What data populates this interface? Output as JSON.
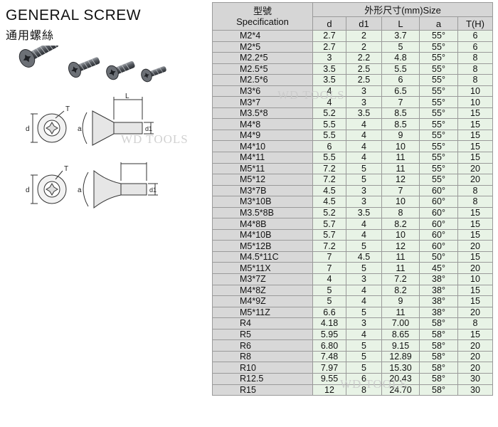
{
  "title": "GENERAL SCREW",
  "subtitle": "通用螺絲",
  "watermark": "WD TOOLS",
  "diagram_labels": {
    "L": "L",
    "T": "T",
    "d": "d",
    "d1": "d1",
    "a": "a"
  },
  "table": {
    "header_cn": "型號",
    "header_en": "Specification",
    "header_size": "外形尺寸(mm)Size",
    "columns": [
      "d",
      "d1",
      "L",
      "a",
      "T(H)"
    ],
    "rows": [
      {
        "name": "M2*4",
        "d": "2.7",
        "d1": "2",
        "L": "3.7",
        "a": "55°",
        "T": "6"
      },
      {
        "name": "M2*5",
        "d": "2.7",
        "d1": "2",
        "L": "5",
        "a": "55°",
        "T": "6"
      },
      {
        "name": "M2.2*5",
        "d": "3",
        "d1": "2.2",
        "L": "4.8",
        "a": "55°",
        "T": "8"
      },
      {
        "name": "M2.5*5",
        "d": "3.5",
        "d1": "2.5",
        "L": "5.5",
        "a": "55°",
        "T": "8"
      },
      {
        "name": "M2.5*6",
        "d": "3.5",
        "d1": "2.5",
        "L": "6",
        "a": "55°",
        "T": "8"
      },
      {
        "name": "M3*6",
        "d": "4",
        "d1": "3",
        "L": "6.5",
        "a": "55°",
        "T": "10"
      },
      {
        "name": "M3*7",
        "d": "4",
        "d1": "3",
        "L": "7",
        "a": "55°",
        "T": "10"
      },
      {
        "name": "M3.5*8",
        "d": "5.2",
        "d1": "3.5",
        "L": "8.5",
        "a": "55°",
        "T": "15"
      },
      {
        "name": "M4*8",
        "d": "5.5",
        "d1": "4",
        "L": "8.5",
        "a": "55°",
        "T": "15"
      },
      {
        "name": "M4*9",
        "d": "5.5",
        "d1": "4",
        "L": "9",
        "a": "55°",
        "T": "15"
      },
      {
        "name": "M4*10",
        "d": "6",
        "d1": "4",
        "L": "10",
        "a": "55°",
        "T": "15"
      },
      {
        "name": "M4*11",
        "d": "5.5",
        "d1": "4",
        "L": "11",
        "a": "55°",
        "T": "15"
      },
      {
        "name": "M5*11",
        "d": "7.2",
        "d1": "5",
        "L": "11",
        "a": "55°",
        "T": "20"
      },
      {
        "name": "M5*12",
        "d": "7.2",
        "d1": "5",
        "L": "12",
        "a": "55°",
        "T": "20"
      },
      {
        "name": "M3*7B",
        "d": "4.5",
        "d1": "3",
        "L": "7",
        "a": "60°",
        "T": "8"
      },
      {
        "name": "M3*10B",
        "d": "4.5",
        "d1": "3",
        "L": "10",
        "a": "60°",
        "T": "8"
      },
      {
        "name": "M3.5*8B",
        "d": "5.2",
        "d1": "3.5",
        "L": "8",
        "a": "60°",
        "T": "15"
      },
      {
        "name": "M4*8B",
        "d": "5.7",
        "d1": "4",
        "L": "8.2",
        "a": "60°",
        "T": "15"
      },
      {
        "name": "M4*10B",
        "d": "5.7",
        "d1": "4",
        "L": "10",
        "a": "60°",
        "T": "15"
      },
      {
        "name": "M5*12B",
        "d": "7.2",
        "d1": "5",
        "L": "12",
        "a": "60°",
        "T": "20"
      },
      {
        "name": "M4.5*11C",
        "d": "7",
        "d1": "4.5",
        "L": "11",
        "a": "50°",
        "T": "15"
      },
      {
        "name": "M5*11X",
        "d": "7",
        "d1": "5",
        "L": "11",
        "a": "45°",
        "T": "20"
      },
      {
        "name": "M3*7Z",
        "d": "4",
        "d1": "3",
        "L": "7.2",
        "a": "38°",
        "T": "10"
      },
      {
        "name": "M4*8Z",
        "d": "5",
        "d1": "4",
        "L": "8.2",
        "a": "38°",
        "T": "15"
      },
      {
        "name": "M4*9Z",
        "d": "5",
        "d1": "4",
        "L": "9",
        "a": "38°",
        "T": "15"
      },
      {
        "name": "M5*11Z",
        "d": "6.6",
        "d1": "5",
        "L": "11",
        "a": "38°",
        "T": "20"
      },
      {
        "name": "R4",
        "d": "4.18",
        "d1": "3",
        "L": "7.00",
        "a": "58°",
        "T": "8"
      },
      {
        "name": "R5",
        "d": "5.95",
        "d1": "4",
        "L": "8.65",
        "a": "58°",
        "T": "15"
      },
      {
        "name": "R6",
        "d": "6.80",
        "d1": "5",
        "L": "9.15",
        "a": "58°",
        "T": "20"
      },
      {
        "name": "R8",
        "d": "7.48",
        "d1": "5",
        "L": "12.89",
        "a": "58°",
        "T": "20"
      },
      {
        "name": "R10",
        "d": "7.97",
        "d1": "5",
        "L": "15.30",
        "a": "58°",
        "T": "20"
      },
      {
        "name": "R12.5",
        "d": "9.55",
        "d1": "6",
        "L": "20.43",
        "a": "58°",
        "T": "30"
      },
      {
        "name": "R15",
        "d": "12",
        "d1": "8",
        "L": "24.70",
        "a": "58°",
        "T": "30"
      }
    ]
  }
}
